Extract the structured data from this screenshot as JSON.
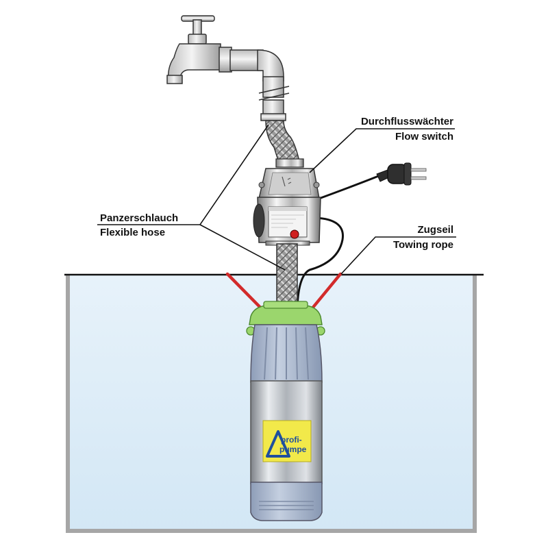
{
  "labels": {
    "flow_switch_de": "Durchflusswächter",
    "flow_switch_en": "Flow switch",
    "hose_de": "Panzerschlauch",
    "hose_en": "Flexible hose",
    "rope_de": "Zugseil",
    "rope_en": "Towing rope"
  },
  "pump": {
    "brand_line1": "profi-",
    "brand_line2": "pumpe"
  },
  "colors": {
    "water": "#dfeef8",
    "tank_wall": "#a6a6a6",
    "pump_body": "#a9b7cf",
    "pump_steel": "#b8bcc2",
    "clamp": "#9bd66d",
    "rope": "#d22b2b",
    "logo_bg": "#f2e94a",
    "button": "#d02020"
  }
}
